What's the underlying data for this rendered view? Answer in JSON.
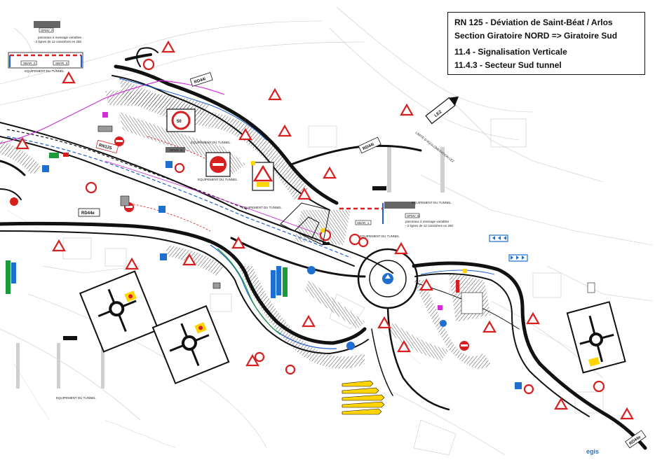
{
  "title": {
    "line1": "RN 125 - Déviation de      Saint-Béat / Arlos",
    "line2": "Section Giratoire NORD => Giratoire Sud",
    "line3": "11.4 - Signalisation Verticale",
    "line4": "11.4.3 - Secteur Sud tunnel"
  },
  "labels": {
    "spmv_f": "SPMV_F",
    "spmv_b": "SPMV_B",
    "spmv_e": "SPMV_E",
    "panneaux": "panneaux à message variables :",
    "lignes": "- 2 lignes de 12 caractères en 250",
    "sbar2": "SBAR_2",
    "sbar3": "SBAR_3",
    "sbar1": "SBAR_1",
    "equip": "EQUIPEMENT DU TUNNEL",
    "rd44i": "RD44i",
    "rd44e": "RD44e",
    "rn125": "RN125",
    "lez": "LEZ",
    "limite": "LIMITE D'AGGLOMERATION LEZ",
    "speed": "50",
    "logo": "egis"
  },
  "colors": {
    "road": "#111111",
    "tunnel_blue": "#1f5fd0",
    "tunnel_magenta": "#d12fd6",
    "sign_red": "#d81e1e",
    "sign_blue": "#1f6fd0",
    "sign_yellow": "#ffd400",
    "green": "#1a9a3a"
  }
}
